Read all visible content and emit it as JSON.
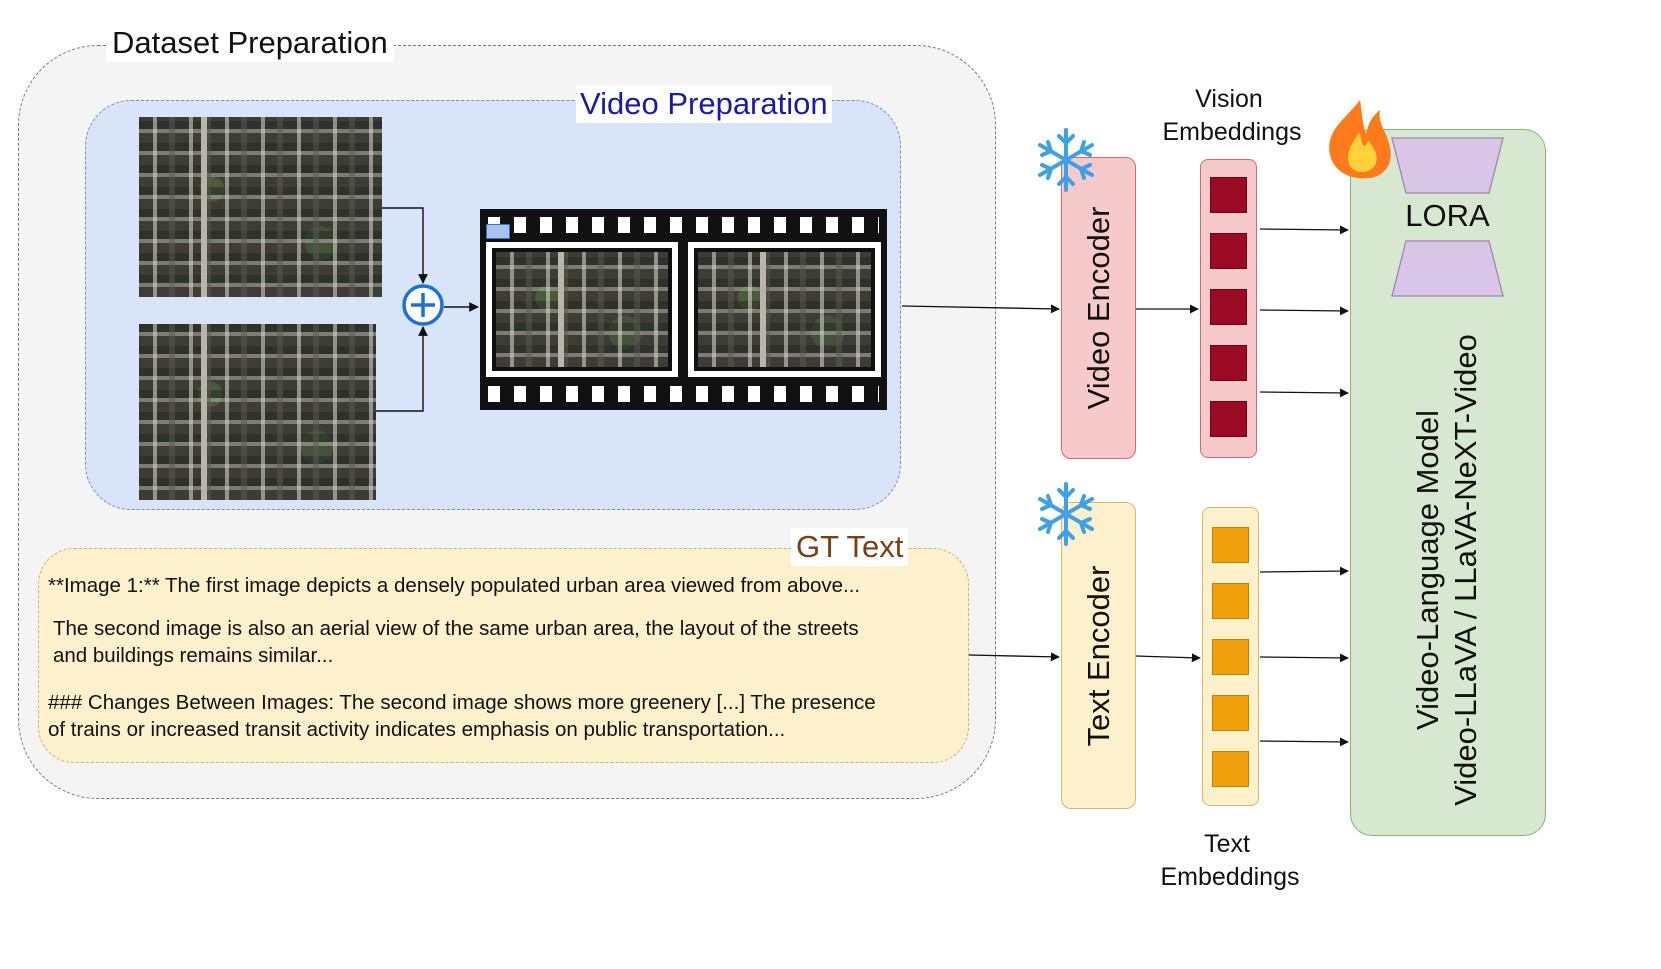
{
  "dataset_panel": {
    "title": "Dataset Preparation"
  },
  "video_panel": {
    "title": "Video Preparation"
  },
  "gt_panel": {
    "title": "GT Text",
    "lines": [
      "**Image 1:** The first image depicts a densely populated urban area viewed from above...",
      "The second image is also an aerial view of the same urban area,  the layout of the streets",
      "and buildings remains similar...",
      "### Changes Between Images: The second image shows more greenery [...] The presence",
      "of trains or increased transit activity indicates emphasis on public transportation..."
    ]
  },
  "video_encoder": {
    "label": "Video Encoder",
    "state_icon": "snowflake-icon"
  },
  "text_encoder": {
    "label": "Text Encoder",
    "state_icon": "snowflake-icon"
  },
  "vision_embeddings": {
    "caption_line1": "Vision",
    "caption_line2": "Embeddings",
    "count": 5,
    "color": "#9b0a24"
  },
  "text_embeddings": {
    "caption_line1": "Text",
    "caption_line2": "Embeddings",
    "count": 5,
    "color": "#f0a10c"
  },
  "model": {
    "lora_label": "LORA",
    "title_line1": "Video-Language Model",
    "title_line2": "Video-LLaVA / LLaVA-NeXT-Video",
    "state_icon": "fire-icon"
  },
  "colors": {
    "video_panel_bg": "#d8e5f8",
    "gt_panel_bg": "#fdf0cc",
    "model_bg": "#d6e8cf",
    "lora": "#d9c6e6"
  }
}
